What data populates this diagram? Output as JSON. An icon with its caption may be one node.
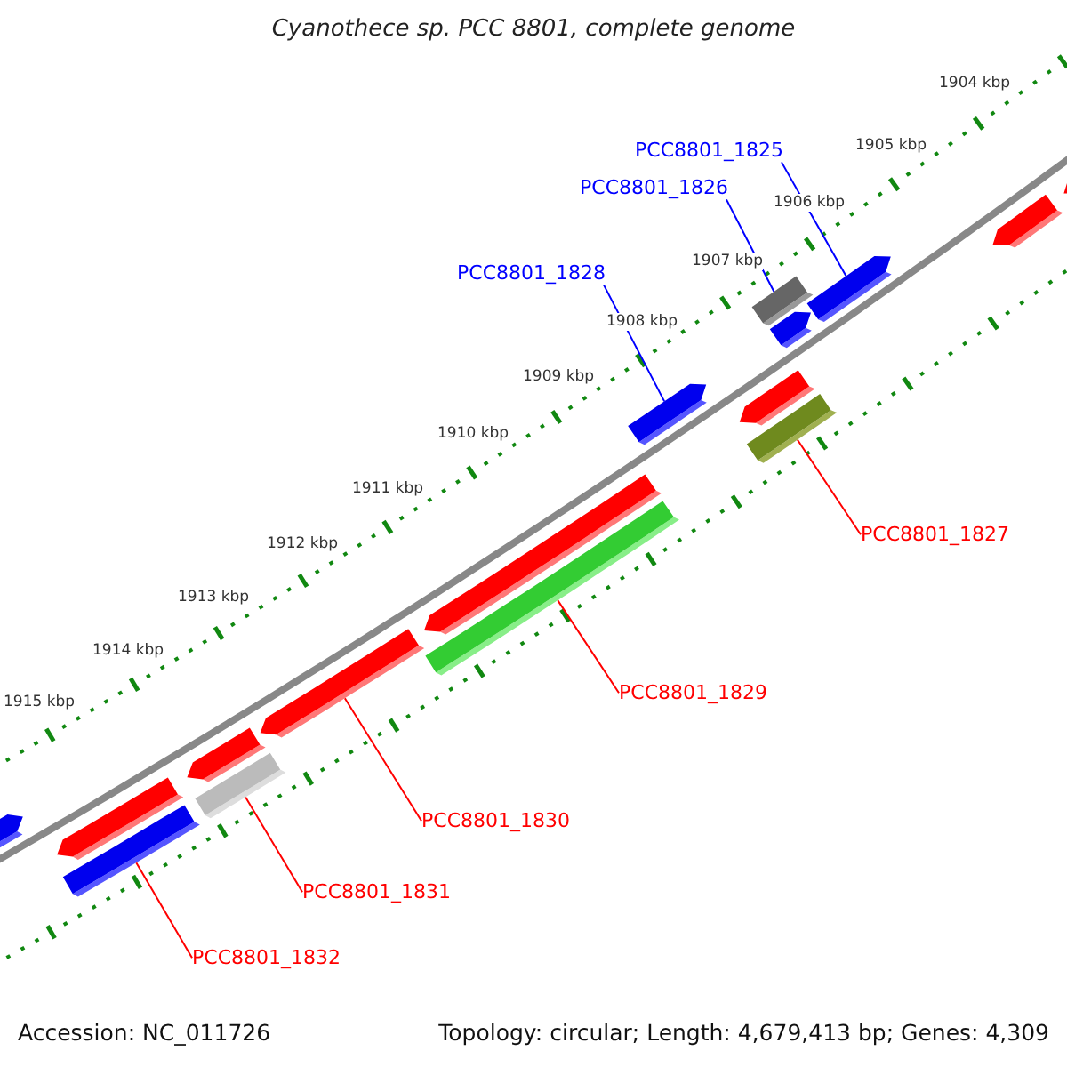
{
  "diagram": {
    "title": "Cyanothece sp. PCC 8801, complete genome",
    "nodes": [
      {
        "text": [
          "PCC8801_1825"
        ]
      },
      {
        "text": [
          "PCC8801_1826"
        ]
      },
      {
        "text": [
          "PCC8801_1828"
        ]
      },
      {
        "text": [
          "PCC8801_1827"
        ]
      },
      {
        "text": [
          "PCC8801_1829"
        ]
      },
      {
        "text": [
          "PCC8801_1830"
        ]
      },
      {
        "text": [
          "PCC8801_1831"
        ]
      },
      {
        "text": [
          "PCC8801_1832"
        ]
      },
      {
        "text": [],
        "shape": "bar"
      },
      {
        "text": [],
        "shape": "bar"
      },
      {
        "text": [],
        "shape": "bar"
      },
      {
        "text": [],
        "shape": "bar"
      },
      {
        "text": [],
        "shape": "bar"
      },
      {
        "text": [],
        "shape": "bar"
      },
      {
        "text": [],
        "shape": "bar"
      },
      {
        "text": [],
        "shape": "bar"
      }
    ],
    "edges": [
      {
        "from": 0,
        "to": 15,
        "arrow": "none",
        "color": "#0000ff"
      },
      {
        "from": 1,
        "to": 14,
        "arrow": "none",
        "color": "#0000ff"
      },
      {
        "from": 2,
        "to": 12,
        "arrow": "none",
        "color": "#0000ff"
      },
      {
        "from": 3,
        "to": 13,
        "arrow": "none"
      },
      {
        "from": 4,
        "to": 11,
        "arrow": "none"
      },
      {
        "from": 5,
        "to": 10,
        "arrow": "none"
      },
      {
        "from": 6,
        "to": 9,
        "arrow": "none"
      },
      {
        "from": 7,
        "to": 8,
        "arrow": "none"
      }
    ],
    "labels": [
      "1904 kbp",
      "1905 kbp",
      "1906 kbp",
      "1907 kbp",
      "1908 kbp",
      "1909 kbp",
      "1910 kbp",
      "1911 kbp",
      "1912 kbp",
      "1913 kbp",
      "1914 kbp",
      "1915 kbp",
      "Accession: NC_011726",
      "Topology: circular; Length: 4,679,413 bp; Genes: 4,309"
    ]
  }
}
